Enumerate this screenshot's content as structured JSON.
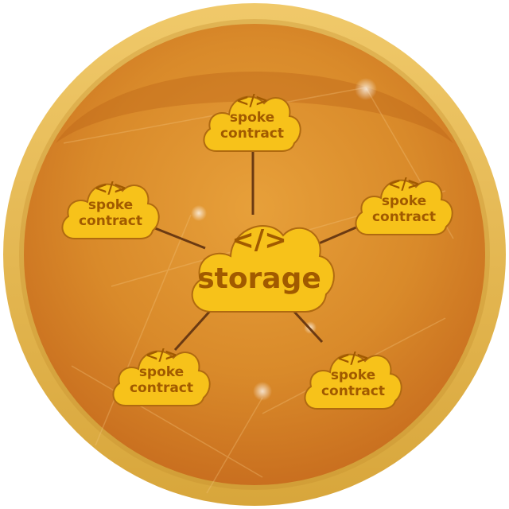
{
  "hub": {
    "icon": "code-icon",
    "code_glyph": "</>",
    "label": "storage"
  },
  "spokes": [
    {
      "icon": "code-icon",
      "code_glyph": "</>",
      "line1": "spoke",
      "line2": "contract"
    },
    {
      "icon": "code-icon",
      "code_glyph": "</>",
      "line1": "spoke",
      "line2": "contract"
    },
    {
      "icon": "code-icon",
      "code_glyph": "</>",
      "line1": "spoke",
      "line2": "contract"
    },
    {
      "icon": "code-icon",
      "code_glyph": "</>",
      "line1": "spoke",
      "line2": "contract"
    },
    {
      "icon": "code-icon",
      "code_glyph": "</>",
      "line1": "spoke",
      "line2": "contract"
    }
  ],
  "colors": {
    "outer_ring": "#e3b44a",
    "inner_fill": "#d98a2a",
    "cloud_fill": "#f7c21a",
    "cloud_stroke": "#b06a10",
    "text": "#a15a00",
    "connector": "#6b3a12"
  }
}
